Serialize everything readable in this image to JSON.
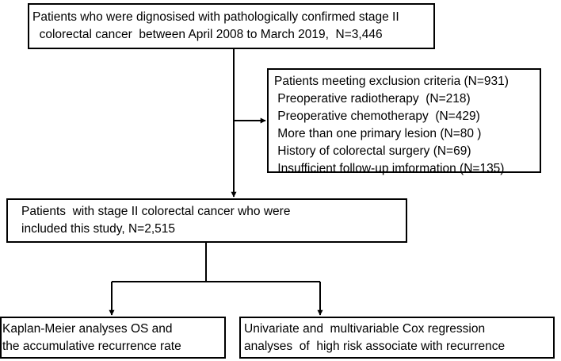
{
  "initial_box": {
    "lines": [
      "Patients who were dignosised with pathologically confirmed stage II",
      "  colorectal cancer  between April 2008 to March 2019,  N=3,446"
    ]
  },
  "exclusion_box": {
    "lines": [
      "Patients meeting exclusion criteria (N=931)",
      " Preoperative radiotherapy  (N=218)",
      " Preoperative chemotherapy  (N=429)",
      " More than one primary lesion (N=80 )",
      " History of colorectal surgery (N=69)",
      " Insufficient follow-up imformation (N=135)"
    ]
  },
  "included_box": {
    "lines": [
      "Patients  with stage II colorectal cancer who were",
      "included this study, N=2,515"
    ]
  },
  "km_box": {
    "lines": [
      "Kaplan-Meier analyses OS and",
      "the accumulative recurrence rate"
    ]
  },
  "cox_box": {
    "lines": [
      "Univariate and  multivariable Cox regression",
      "analyses  of  high risk associate with recurrence"
    ]
  },
  "colors": {
    "stroke": "#000000",
    "background": "#ffffff"
  }
}
